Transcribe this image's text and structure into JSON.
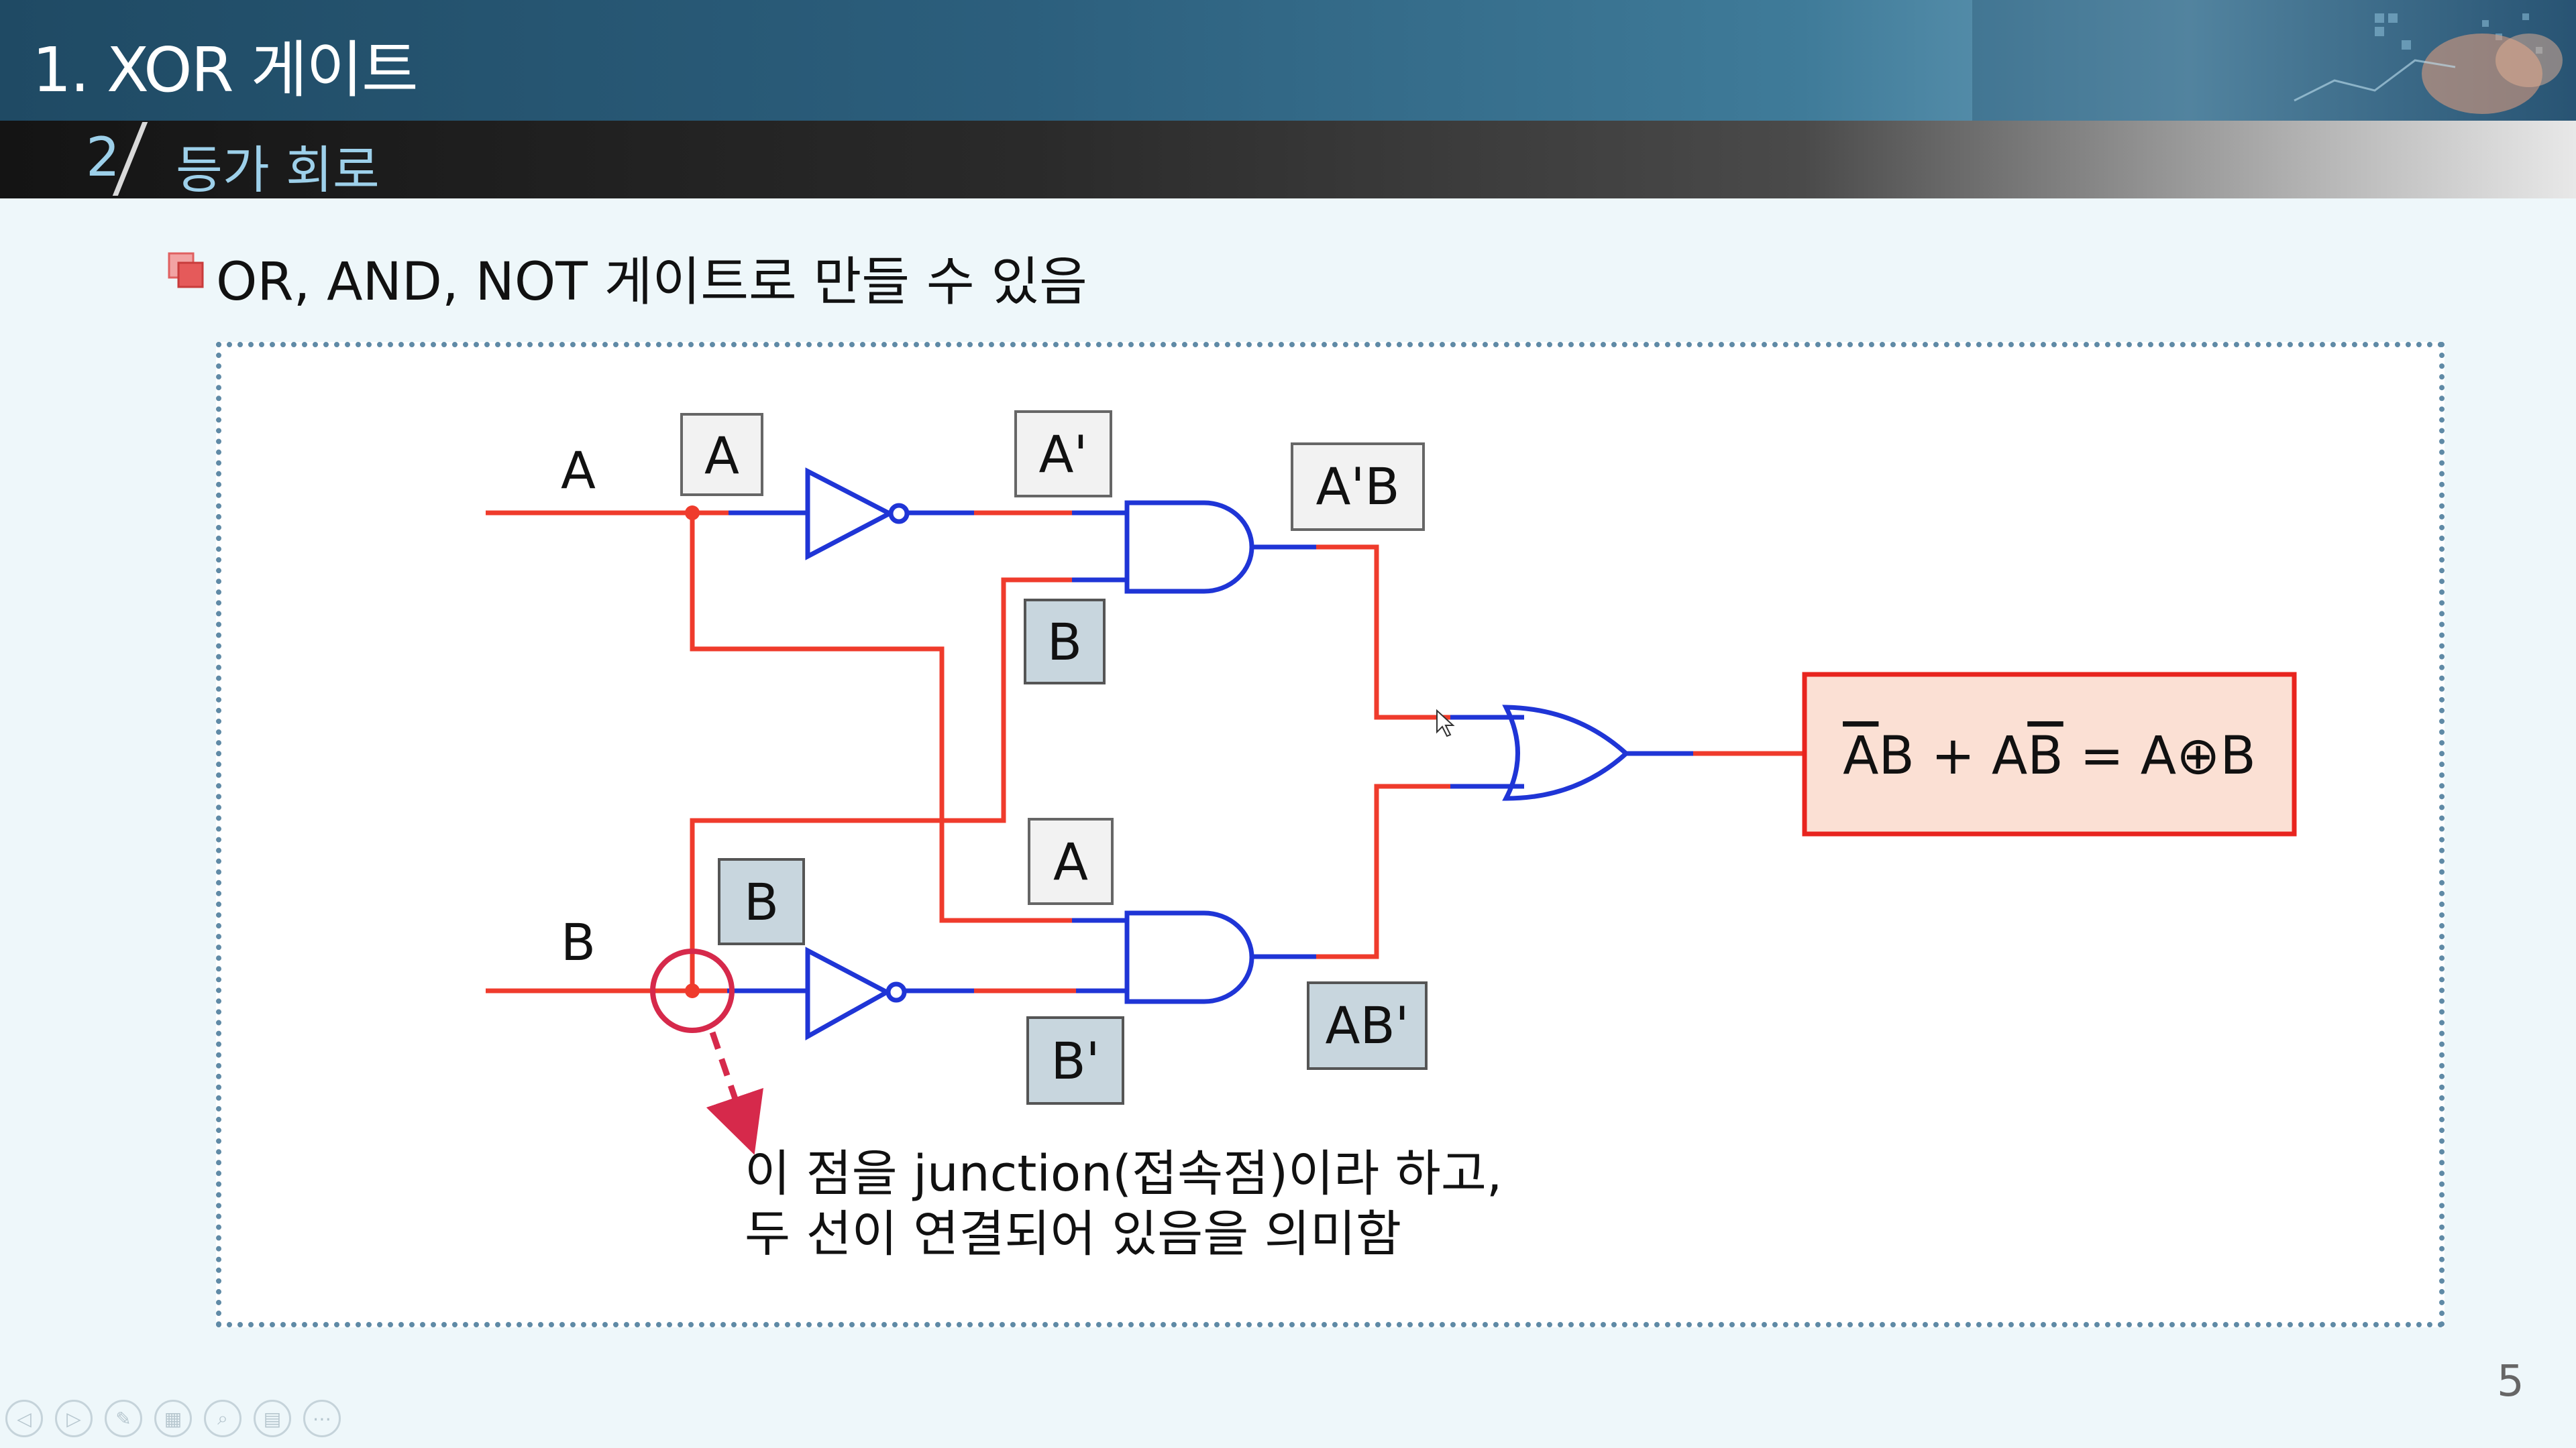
{
  "slide": {
    "title": "1. XOR 게이트",
    "section_number": "2",
    "section_title": "등가 회로",
    "bullet": "OR, AND, NOT 게이트로 만들 수 있음",
    "page_number": "5"
  },
  "diagram": {
    "input_a": "A",
    "input_b": "B",
    "labels": {
      "a_tap": "A",
      "a_not": "A'",
      "b_upper": "B",
      "a_lower": "A",
      "b_tap": "B",
      "b_not": "B'",
      "a_not_b": "A'B",
      "a_b_not": "AB'"
    },
    "result": {
      "abar": "A",
      "b1": "B + A",
      "bbar": "B",
      "eq": " = A",
      "xor": "⊕",
      "b2": "B"
    },
    "note_line1": "이 점을 junction(접속점)이라 하고,",
    "note_line2": "두 선이 연결되어 있음을 의미함",
    "colors": {
      "wire_red": "#ef3b2c",
      "gate_blue": "#1f35d6",
      "dark_box": "#c8d6de",
      "light_box": "#f2f2f2",
      "result_fill": "#fbe0d4",
      "result_border": "#e8241e",
      "junction_ring": "#d6294b"
    }
  },
  "toolbar": {
    "icons": [
      "prev-icon",
      "next-icon",
      "pen-icon",
      "slides-icon",
      "zoom-icon",
      "subtitle-icon",
      "more-icon"
    ],
    "glyphs": [
      "◁",
      "▷",
      "✎",
      "▦",
      "⌕",
      "▤",
      "⋯"
    ]
  }
}
